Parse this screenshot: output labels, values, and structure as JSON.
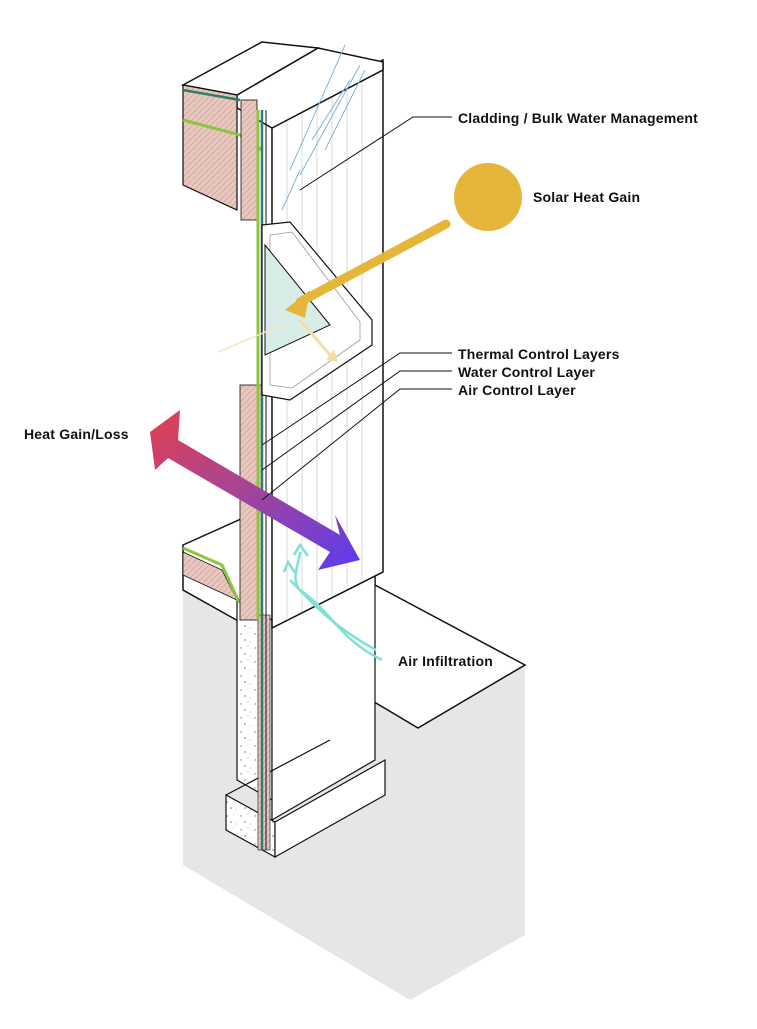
{
  "labels": {
    "cladding": "Cladding / Bulk Water Management",
    "solar": "Solar Heat Gain",
    "thermal": "Thermal Control Layers",
    "water": "Water Control Layer",
    "air": "Air Control Layer",
    "heat": "Heat Gain/Loss",
    "infiltration": "Air Infiltration"
  },
  "colors": {
    "sun": "#E6B63A",
    "heat_warm": "#E2404F",
    "heat_cool": "#5B3BF0",
    "air_infiltration": "#7FE0D6",
    "insulation": "#E9C7BE",
    "water_control": "#2E7D6E",
    "air_control": "#8CC63F",
    "ground": "#E6E6E6",
    "line": "#111111"
  }
}
